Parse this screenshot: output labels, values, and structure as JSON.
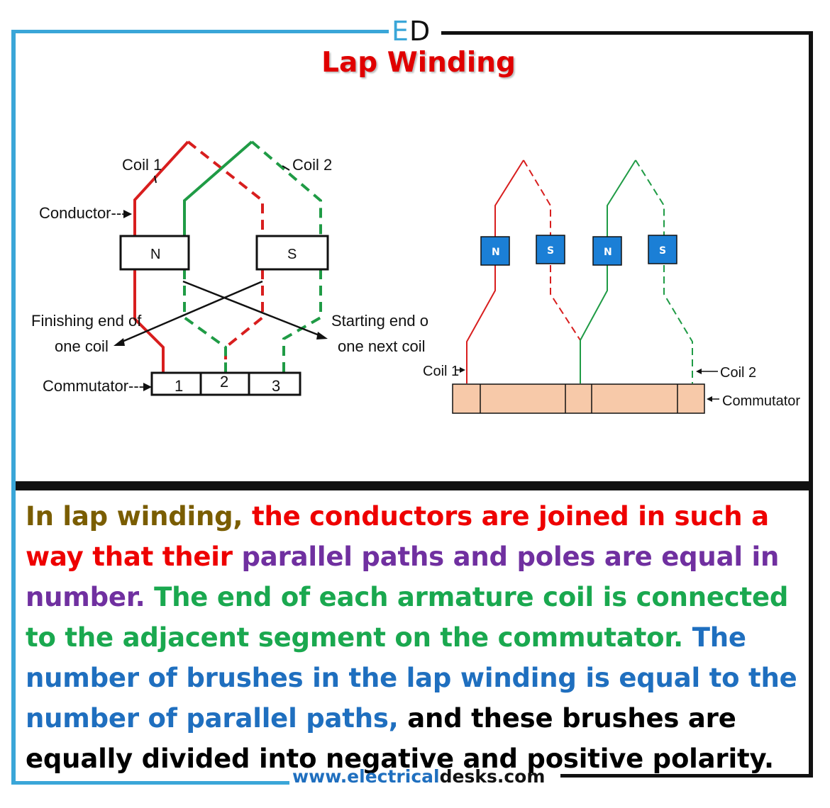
{
  "logo": {
    "letter1": "E",
    "letter2": "D"
  },
  "title": "Lap Winding",
  "colors": {
    "frame_blue": "#3aa6d8",
    "frame_black": "#111111",
    "title_red": "#e00000",
    "coil1_red": "#d81e1e",
    "coil2_green": "#1f9b45",
    "pole_blue": "#1b7fd6",
    "commutator_tan": "#f7c9a9",
    "olive": "#7a5d00",
    "red": "#ee0000",
    "purple": "#7030a0",
    "green": "#1aa84f",
    "blue": "#1f6fbf",
    "black": "#000000"
  },
  "left_diagram": {
    "coil1_label": "Coil 1",
    "coil2_label": "Coil 2",
    "conductor_label": "Conductor----",
    "pole_n": "N",
    "pole_s": "S",
    "finishing_label_line1": "Finishing end of",
    "finishing_label_line2": "one coil",
    "starting_label_line1": "Starting end o",
    "starting_label_line2": "one next coil",
    "commutator_label": "Commutator----",
    "segments": [
      "1",
      "2",
      "3"
    ]
  },
  "right_diagram": {
    "poles": [
      "N",
      "S",
      "N",
      "S"
    ],
    "coil1_label": "Coil 1",
    "coil2_label": "Coil 2",
    "commutator_label": "Commutator"
  },
  "description": [
    {
      "text": "In lap winding, ",
      "color": "#7a5d00"
    },
    {
      "text": "the conductors are joined in such a way that their ",
      "color": "#ee0000"
    },
    {
      "text": "parallel paths and poles are equal in number. ",
      "color": "#7030a0"
    },
    {
      "text": "The end of each armature coil is connected to the adjacent segment on the commutator. ",
      "color": "#1aa84f"
    },
    {
      "text": "The number of brushes in the lap winding is equal to the number of parallel paths, ",
      "color": "#1f6fbf"
    },
    {
      "text": "and these brushes are equally divided into negative and positive polarity.",
      "color": "#000000"
    }
  ],
  "website": {
    "part1": "www.electrical",
    "part2": "desks",
    "part3": ".com"
  }
}
